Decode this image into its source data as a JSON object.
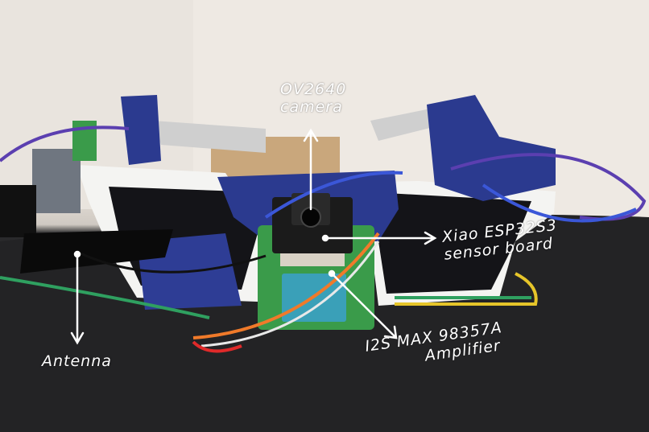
{
  "image": {
    "description_icon": "smart-glasses-prototype-photo",
    "colors": {
      "wall": "#ece7e1",
      "table": "#1e1e20",
      "frame": "#f4f4f2",
      "tape": "#2b3a8f",
      "pcb_green": "#3a9b4a",
      "arrow": "#ffffff"
    }
  },
  "annotations": {
    "camera": {
      "line1": "OV2640",
      "line2": "camera"
    },
    "sensor": {
      "line1": "Xiao ESP32S3",
      "line2": "sensor board"
    },
    "amplifier": {
      "line1": "I2S  MAX 98357A",
      "line2": "Amplifier"
    },
    "antenna": {
      "line1": "Antenna"
    }
  }
}
